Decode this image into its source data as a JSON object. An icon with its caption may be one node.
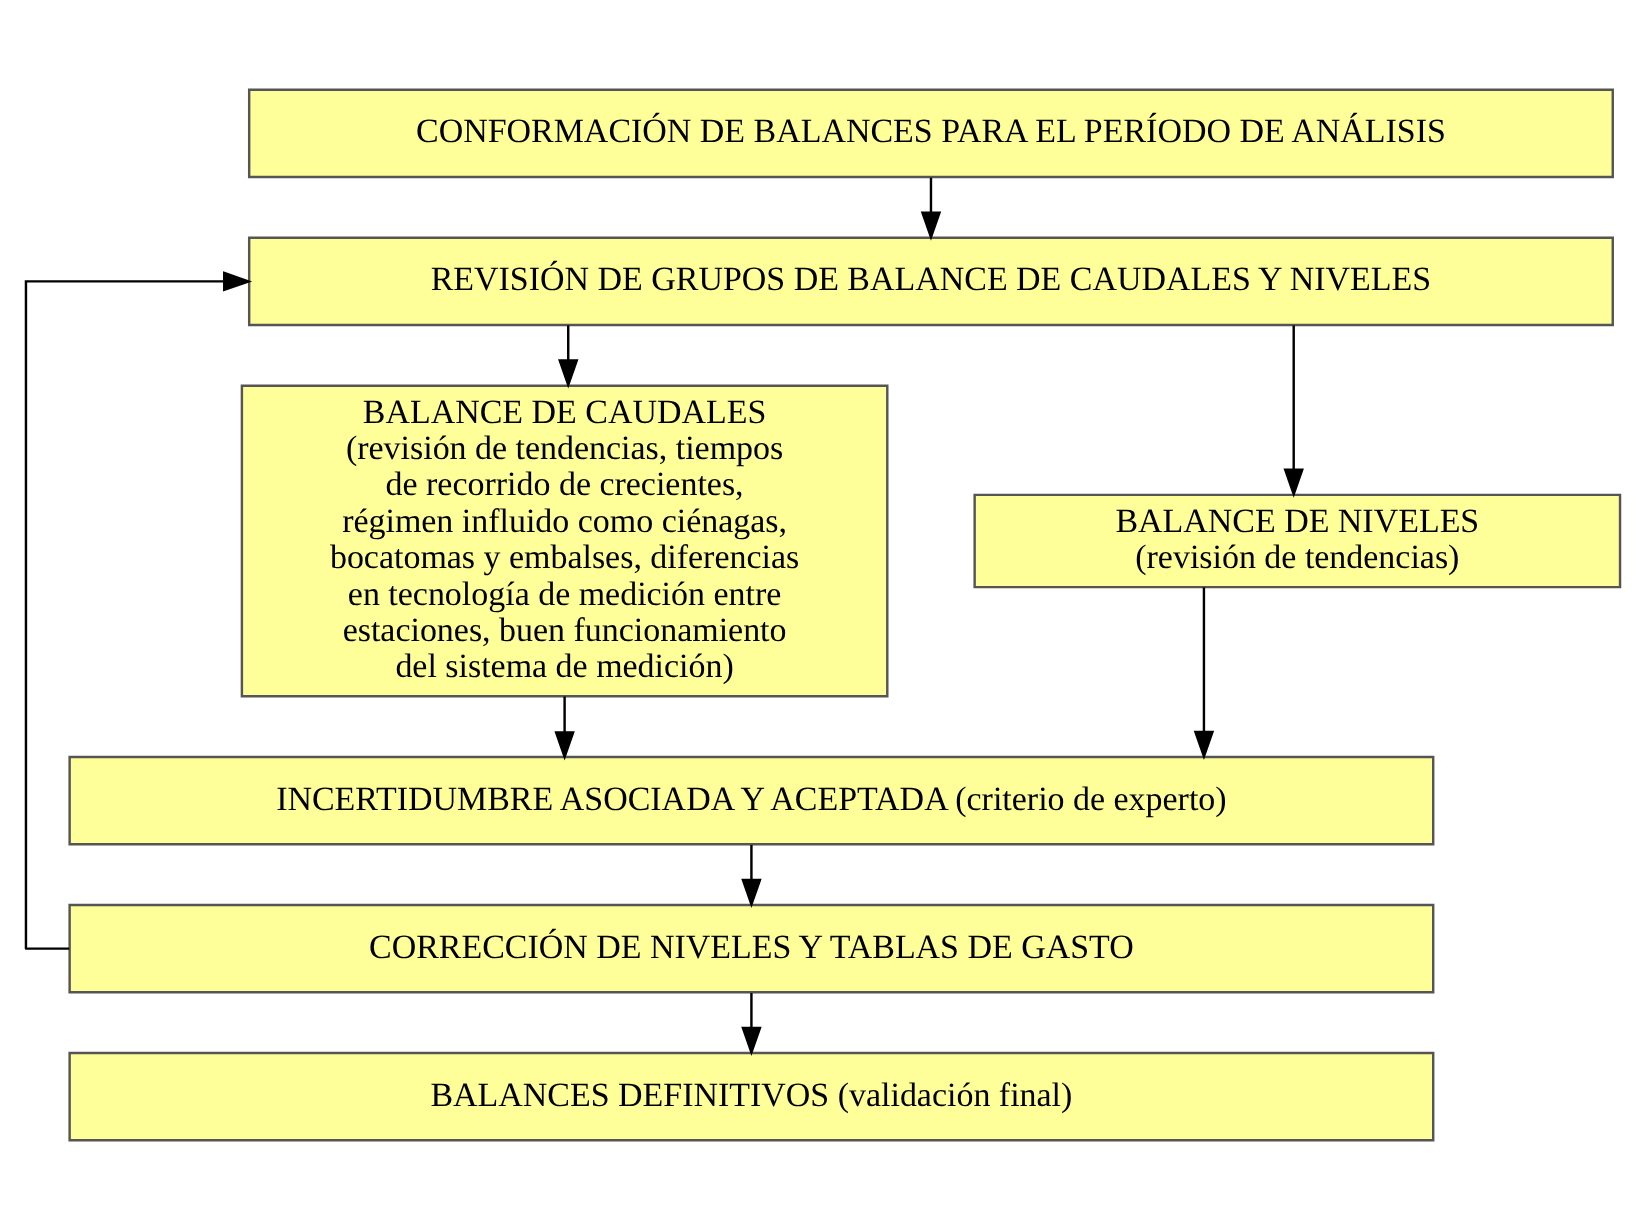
{
  "diagram": {
    "nodes": [
      {
        "text": [
          "CONFORMACIÓN DE BALANCES PARA EL PERÍODO DE ANÁLISIS"
        ]
      },
      {
        "text": [
          "REVISIÓN DE GRUPOS DE BALANCE DE CAUDALES Y NIVELES"
        ]
      },
      {
        "text": [
          "BALANCE DE CAUDALES",
          "(revisión de tendencias, tiempos de recorrido de crecientes, régimen influido como ciénagas, bocatomas y embalses, diferencias en tecnología de medición entre estaciones, buen funcionamiento del sistema de medición)"
        ]
      },
      {
        "text": [
          "BALANCE DE NIVELES",
          "(revisión de tendencias)"
        ]
      },
      {
        "text": [
          "INCERTIDUMBRE ASOCIADA Y ACEPTADA (criterio de experto)"
        ]
      },
      {
        "text": [
          "CORRECCIÓN DE NIVELES Y TABLAS DE GASTO"
        ]
      },
      {
        "text": [
          "BALANCES DEFINITIVOS (validación final)"
        ]
      }
    ],
    "edges": [
      {
        "from": 0,
        "to": 1,
        "arrow": "to"
      },
      {
        "from": 1,
        "to": 2,
        "arrow": "to"
      },
      {
        "from": 1,
        "to": 3,
        "arrow": "to"
      },
      {
        "from": 2,
        "to": 4,
        "arrow": "to"
      },
      {
        "from": 3,
        "to": 4,
        "arrow": "to"
      },
      {
        "from": 4,
        "to": 5,
        "arrow": "to"
      },
      {
        "from": 5,
        "to": 6,
        "arrow": "to"
      },
      {
        "from": 5,
        "to": 1,
        "arrow": "to"
      }
    ]
  }
}
